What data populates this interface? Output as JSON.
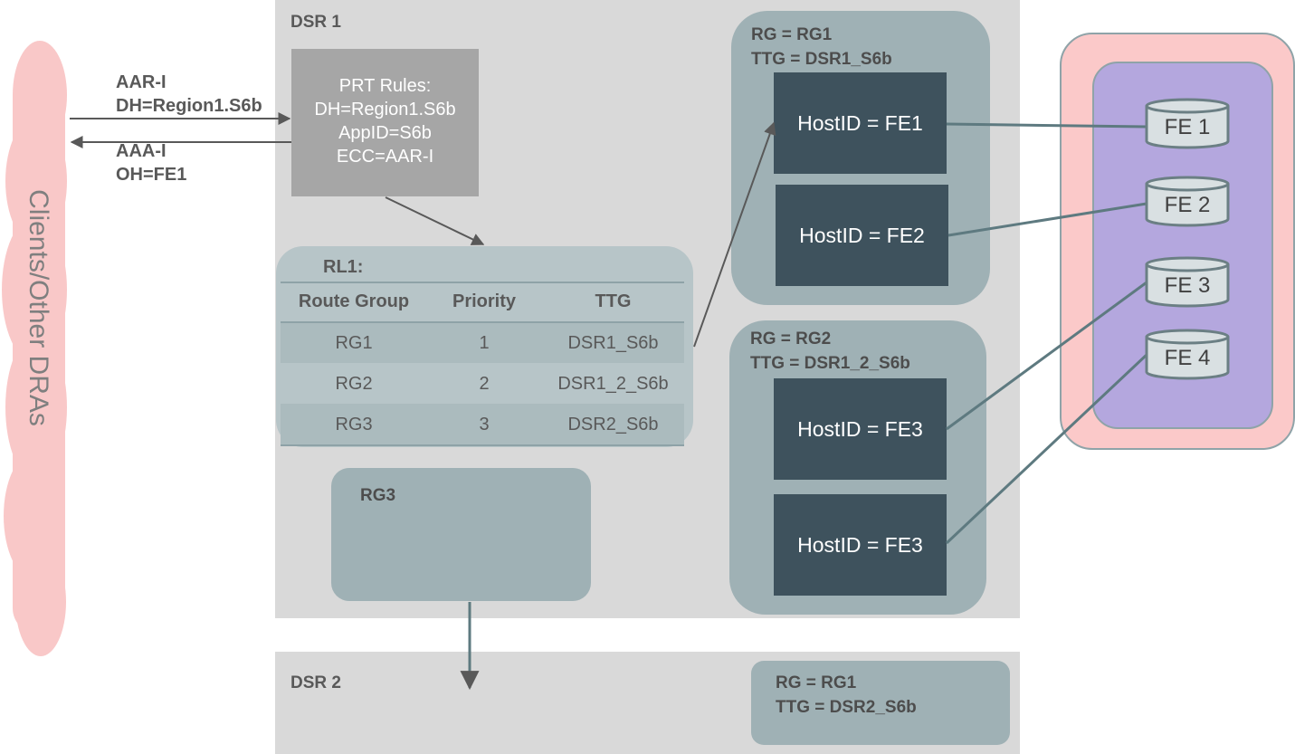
{
  "clients": {
    "label": "Clients/Other DRAs"
  },
  "messages": {
    "request_line1": "AAR-I",
    "request_line2": "DH=Region1.S6b",
    "answer_line1": "AAA-I",
    "answer_line2": "OH=FE1"
  },
  "dsr1": {
    "label": "DSR 1"
  },
  "dsr2": {
    "label": "DSR 2",
    "rg_box": {
      "line1": "RG = RG1",
      "line2": "TTG = DSR2_S6b"
    }
  },
  "prt": {
    "lines": [
      "PRT Rules:",
      "DH=Region1.S6b",
      "AppID=S6b",
      "ECC=AAR-I"
    ]
  },
  "rl1": {
    "title": "RL1:",
    "headers": [
      "Route Group",
      "Priority",
      "TTG"
    ],
    "rows": [
      {
        "route_group": "RG1",
        "priority": "1",
        "ttg": "DSR1_S6b"
      },
      {
        "route_group": "RG2",
        "priority": "2",
        "ttg": "DSR1_2_S6b"
      },
      {
        "route_group": "RG3",
        "priority": "3",
        "ttg": "DSR2_S6b"
      }
    ]
  },
  "rg3_box": {
    "label": "RG3"
  },
  "rg1_group": {
    "line1": "RG = RG1",
    "line2": "TTG = DSR1_S6b",
    "hosts": [
      "HostID = FE1",
      "HostID = FE2"
    ]
  },
  "rg2_group": {
    "line1": "RG = RG2",
    "line2": "TTG = DSR1_2_S6b",
    "hosts": [
      "HostID = FE3",
      "HostID = FE3"
    ]
  },
  "fe_servers": [
    "FE 1",
    "FE 2",
    "FE 3",
    "FE 4"
  ],
  "colors": {
    "cloud": "#f9c8c8",
    "panel": "#d9d9d9",
    "prt_box": "#a6a6a6",
    "rg_box": "#9fb1b5",
    "host_box": "#3e525d",
    "outer_pink": "#fbc9c9",
    "inner_purple": "#b4a7de",
    "arrow": "#595959",
    "host_link": "#5e7a80"
  }
}
